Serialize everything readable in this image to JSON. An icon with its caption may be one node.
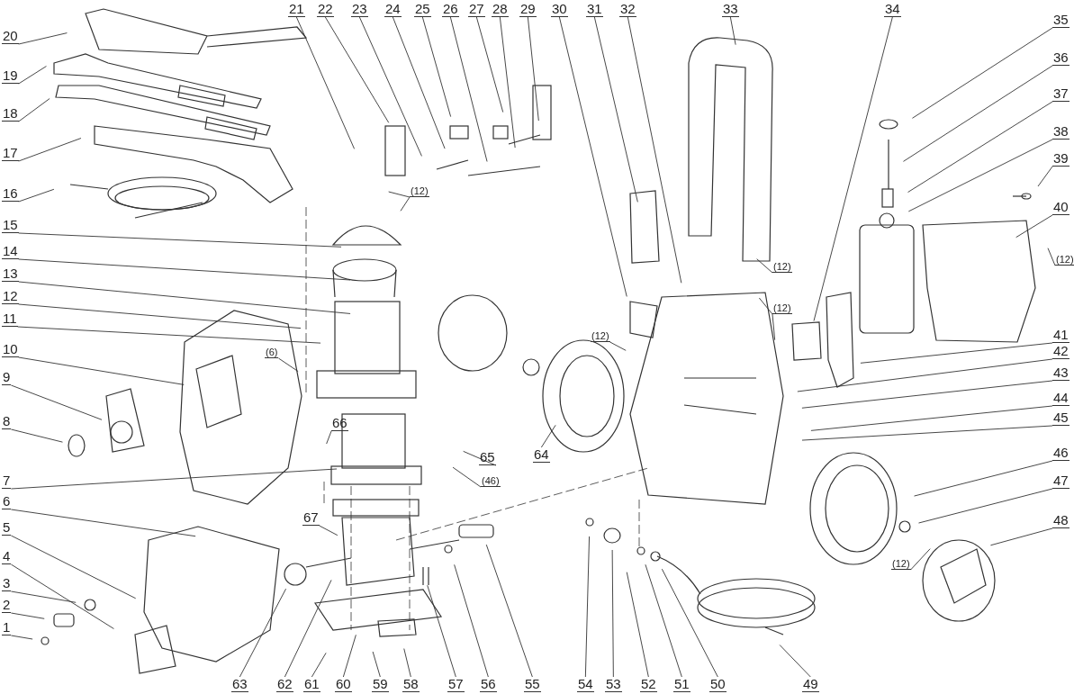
{
  "diagram": {
    "nodes": [
      {
        "text": [
          "1"
        ]
      },
      {
        "text": [
          "2"
        ]
      },
      {
        "text": [
          "3"
        ]
      },
      {
        "text": [
          "4"
        ]
      },
      {
        "text": [
          "5"
        ]
      },
      {
        "text": [
          "6"
        ]
      },
      {
        "text": [
          "7"
        ]
      },
      {
        "text": [
          "8"
        ]
      },
      {
        "text": [
          "9"
        ]
      },
      {
        "text": [
          "10"
        ]
      },
      {
        "text": [
          "11"
        ]
      },
      {
        "text": [
          "12"
        ]
      },
      {
        "text": [
          "13"
        ]
      },
      {
        "text": [
          "14"
        ]
      },
      {
        "text": [
          "15"
        ]
      },
      {
        "text": [
          "16"
        ]
      },
      {
        "text": [
          "17"
        ]
      },
      {
        "text": [
          "18"
        ]
      },
      {
        "text": [
          "19"
        ]
      },
      {
        "text": [
          "20"
        ]
      },
      {
        "text": [
          "21"
        ]
      },
      {
        "text": [
          "22"
        ]
      },
      {
        "text": [
          "23"
        ]
      },
      {
        "text": [
          "24"
        ]
      },
      {
        "text": [
          "25"
        ]
      },
      {
        "text": [
          "26"
        ]
      },
      {
        "text": [
          "27"
        ]
      },
      {
        "text": [
          "28"
        ]
      },
      {
        "text": [
          "29"
        ]
      },
      {
        "text": [
          "30"
        ]
      },
      {
        "text": [
          "31"
        ]
      },
      {
        "text": [
          "32"
        ]
      },
      {
        "text": [
          "33"
        ]
      },
      {
        "text": [
          "34"
        ]
      },
      {
        "text": [
          "35"
        ]
      },
      {
        "text": [
          "36"
        ]
      },
      {
        "text": [
          "37"
        ]
      },
      {
        "text": [
          "38"
        ]
      },
      {
        "text": [
          "39"
        ]
      },
      {
        "text": [
          "40"
        ]
      },
      {
        "text": [
          "41"
        ]
      },
      {
        "text": [
          "42"
        ]
      },
      {
        "text": [
          "43"
        ]
      },
      {
        "text": [
          "44"
        ]
      },
      {
        "text": [
          "45"
        ]
      },
      {
        "text": [
          "46"
        ]
      },
      {
        "text": [
          "47"
        ]
      },
      {
        "text": [
          "48"
        ]
      },
      {
        "text": [
          "49"
        ]
      },
      {
        "text": [
          "50"
        ]
      },
      {
        "text": [
          "51"
        ]
      },
      {
        "text": [
          "52"
        ]
      },
      {
        "text": [
          "53"
        ]
      },
      {
        "text": [
          "54"
        ]
      },
      {
        "text": [
          "55"
        ]
      },
      {
        "text": [
          "56"
        ]
      },
      {
        "text": [
          "57"
        ]
      },
      {
        "text": [
          "58"
        ]
      },
      {
        "text": [
          "59"
        ]
      },
      {
        "text": [
          "60"
        ]
      },
      {
        "text": [
          "61"
        ]
      },
      {
        "text": [
          "62"
        ]
      },
      {
        "text": [
          "63"
        ]
      },
      {
        "text": [
          "64"
        ]
      },
      {
        "text": [
          "65"
        ]
      },
      {
        "text": [
          "66"
        ]
      },
      {
        "text": [
          "67"
        ]
      },
      {
        "text": [
          "(12)"
        ]
      },
      {
        "text": [
          "(12)"
        ]
      },
      {
        "text": [
          "(12)"
        ]
      },
      {
        "text": [
          "(12)"
        ]
      },
      {
        "text": [
          "(12)"
        ]
      },
      {
        "text": [
          "(6)"
        ]
      },
      {
        "text": [
          "(46)"
        ]
      },
      {
        "text": [
          "(12)"
        ]
      }
    ],
    "edges": [
      {
        "from": 0,
        "to": null,
        "arrow": "none"
      },
      {
        "from": 1,
        "to": null,
        "arrow": "none"
      },
      {
        "from": 2,
        "to": null,
        "arrow": "none"
      },
      {
        "from": 3,
        "to": null,
        "arrow": "none"
      },
      {
        "from": 4,
        "to": null,
        "arrow": "none"
      },
      {
        "from": 5,
        "to": null,
        "arrow": "none"
      },
      {
        "from": 6,
        "to": null,
        "arrow": "none"
      },
      {
        "from": 7,
        "to": null,
        "arrow": "none"
      },
      {
        "from": 8,
        "to": null,
        "arrow": "none"
      },
      {
        "from": 9,
        "to": null,
        "arrow": "none"
      },
      {
        "from": 10,
        "to": null,
        "arrow": "none"
      },
      {
        "from": 11,
        "to": null,
        "arrow": "none"
      },
      {
        "from": 12,
        "to": null,
        "arrow": "none"
      },
      {
        "from": 13,
        "to": null,
        "arrow": "none"
      },
      {
        "from": 14,
        "to": null,
        "arrow": "none"
      },
      {
        "from": 15,
        "to": null,
        "arrow": "none"
      },
      {
        "from": 16,
        "to": null,
        "arrow": "none"
      },
      {
        "from": 17,
        "to": null,
        "arrow": "none"
      },
      {
        "from": 18,
        "to": null,
        "arrow": "none"
      },
      {
        "from": 19,
        "to": null,
        "arrow": "none"
      },
      {
        "from": 20,
        "to": null,
        "arrow": "none"
      },
      {
        "from": 21,
        "to": null,
        "arrow": "none"
      },
      {
        "from": 22,
        "to": null,
        "arrow": "none"
      },
      {
        "from": 23,
        "to": null,
        "arrow": "none"
      },
      {
        "from": 24,
        "to": null,
        "arrow": "none"
      },
      {
        "from": 25,
        "to": null,
        "arrow": "none"
      },
      {
        "from": 26,
        "to": null,
        "arrow": "none"
      },
      {
        "from": 27,
        "to": null,
        "arrow": "none"
      },
      {
        "from": 28,
        "to": null,
        "arrow": "none"
      },
      {
        "from": 29,
        "to": null,
        "arrow": "none"
      },
      {
        "from": 30,
        "to": null,
        "arrow": "none"
      },
      {
        "from": 31,
        "to": null,
        "arrow": "none"
      },
      {
        "from": 32,
        "to": null,
        "arrow": "none"
      },
      {
        "from": 33,
        "to": null,
        "arrow": "none"
      },
      {
        "from": 34,
        "to": null,
        "arrow": "none"
      },
      {
        "from": 35,
        "to": null,
        "arrow": "none"
      },
      {
        "from": 36,
        "to": null,
        "arrow": "none"
      },
      {
        "from": 37,
        "to": null,
        "arrow": "none"
      },
      {
        "from": 38,
        "to": null,
        "arrow": "none"
      },
      {
        "from": 39,
        "to": null,
        "arrow": "none"
      },
      {
        "from": 40,
        "to": null,
        "arrow": "none"
      },
      {
        "from": 41,
        "to": null,
        "arrow": "none"
      },
      {
        "from": 42,
        "to": null,
        "arrow": "none"
      },
      {
        "from": 43,
        "to": null,
        "arrow": "none"
      },
      {
        "from": 44,
        "to": null,
        "arrow": "none"
      },
      {
        "from": 45,
        "to": null,
        "arrow": "none"
      },
      {
        "from": 46,
        "to": null,
        "arrow": "none"
      },
      {
        "from": 47,
        "to": null,
        "arrow": "none"
      },
      {
        "from": 48,
        "to": null,
        "arrow": "none"
      },
      {
        "from": 49,
        "to": null,
        "arrow": "none"
      },
      {
        "from": 50,
        "to": null,
        "arrow": "none"
      },
      {
        "from": 51,
        "to": null,
        "arrow": "none"
      },
      {
        "from": 52,
        "to": null,
        "arrow": "none"
      },
      {
        "from": 53,
        "to": null,
        "arrow": "none"
      },
      {
        "from": 54,
        "to": null,
        "arrow": "none"
      },
      {
        "from": 55,
        "to": null,
        "arrow": "none"
      },
      {
        "from": 56,
        "to": null,
        "arrow": "none"
      },
      {
        "from": 57,
        "to": null,
        "arrow": "none"
      },
      {
        "from": 58,
        "to": null,
        "arrow": "none"
      },
      {
        "from": 59,
        "to": null,
        "arrow": "none"
      },
      {
        "from": 60,
        "to": null,
        "arrow": "none"
      },
      {
        "from": 61,
        "to": null,
        "arrow": "none"
      },
      {
        "from": 62,
        "to": null,
        "arrow": "none"
      },
      {
        "from": 63,
        "to": null,
        "arrow": "none"
      },
      {
        "from": 64,
        "to": null,
        "arrow": "none"
      },
      {
        "from": 65,
        "to": null,
        "arrow": "none"
      },
      {
        "from": 66,
        "to": null,
        "arrow": "none"
      },
      {
        "from": 67,
        "to": null,
        "arrow": "none"
      },
      {
        "from": 67,
        "to": null,
        "arrow": "none"
      },
      {
        "from": 68,
        "to": null,
        "arrow": "none"
      },
      {
        "from": 69,
        "to": null,
        "arrow": "none"
      },
      {
        "from": 69,
        "to": null,
        "arrow": "none"
      },
      {
        "from": 70,
        "to": null,
        "arrow": "none"
      },
      {
        "from": 71,
        "to": null,
        "arrow": "none"
      },
      {
        "from": 72,
        "to": null,
        "arrow": "none"
      },
      {
        "from": 73,
        "to": null,
        "arrow": "none"
      },
      {
        "from": 74,
        "to": null,
        "arrow": "none"
      }
    ]
  }
}
